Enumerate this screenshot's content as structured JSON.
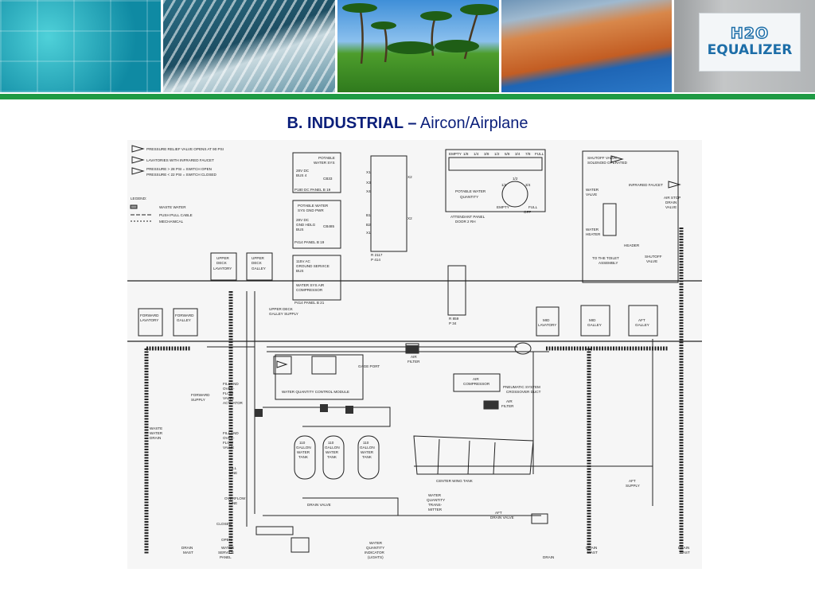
{
  "banner": {
    "photos": [
      "pool-water-photo",
      "waterfall-photo",
      "palm-lawn-photo",
      "wetland-photo",
      "concrete-photo"
    ],
    "logo": {
      "line1": "H2O",
      "line2": "EQUALIZER"
    }
  },
  "heading": {
    "bold": "B. INDUSTRIAL –",
    "regular": "Aircon/Airplane"
  },
  "colors": {
    "rule": "#1f9a44",
    "title": "#0b1f7a",
    "logo": "#1d6ea8"
  },
  "diagram": {
    "legend_notes": [
      "PRESSURE RELIEF VALVE OPENS AT 90 PSI",
      "LAVATORIES WITH INFRARED FAUCET",
      "PRESSURE > 28 PSI = SWITCH OPEN",
      "PRESSURE < 22 PSI = SWITCH CLOSED"
    ],
    "legend": {
      "title": "LEGEND:",
      "items": [
        "WASTE WATER",
        "PUSH PULL CABLE",
        "MECHANICAL"
      ]
    },
    "panels": {
      "potable_sys": [
        "POTABLE",
        "WATER SYS",
        "28V DC",
        "BUS 4",
        "CB33",
        "P180 DC PANEL   B 19"
      ],
      "potable_gnd": [
        "POTABLE WATER",
        "SYS GND PWR",
        "28V DC",
        "GND HDLG",
        "BUS",
        "CB485",
        "P414 PANEL   B 19"
      ],
      "ground_service": [
        "115V AC",
        "GROUND SERVICE",
        "BUS",
        "WATER SYS AIR",
        "COMPRESSOR",
        "P414 PANEL   B 21"
      ],
      "relay1": [
        "R 2117",
        "P 414"
      ],
      "relay2": [
        "R 859",
        "P 34"
      ],
      "terminals": [
        "X1",
        "X2",
        "X3",
        "X4",
        "B1",
        "B2",
        "X1",
        "X2"
      ]
    },
    "gauge": {
      "scale": [
        "EMPTY",
        "1/8",
        "1/4",
        "3/8",
        "1/2",
        "5/8",
        "3/4",
        "7/8",
        "FULL"
      ],
      "label1": "POTABLE WATER",
      "label2": "QUANTITY",
      "knob": [
        "1/4",
        "1/2",
        "3/4",
        "EMPTY",
        "FULL",
        "OFF"
      ],
      "panel": "ATTENDANT PANEL",
      "door": "DOOR 2 RH"
    },
    "lav_detail": [
      "SHUTOFF VALVE",
      "SOLENOID OPERATED",
      "INFRARED FAUCET",
      "WATER",
      "VALVE",
      "AIR STOP",
      "DRAIN",
      "VALVE",
      "WATER",
      "HEATER",
      "HEADER",
      "TO THE TOILET",
      "ASSEMBLY",
      "SHUTOFF",
      "VALVE"
    ],
    "galleys_upper": [
      "UPPER",
      "DECK",
      "LAVATORY",
      "UPPER",
      "DECK",
      "GALLEY"
    ],
    "galleys_fwd": [
      "FORWARD",
      "LAVATORY",
      "FORWARD",
      "GALLEY"
    ],
    "galleys_mid": [
      "MID",
      "LAVATORY",
      "MID",
      "GALLEY",
      "AFT",
      "GALLEY"
    ],
    "upper_supply": [
      "UPPER DECK",
      "GALLEY SUPPLY"
    ],
    "module": {
      "title": "WATER QUANTITY CONTROL MODULE",
      "gage": "GAGE PORT",
      "filter": [
        "AIR",
        "FILTER"
      ],
      "compressor": [
        "AIR",
        "COMPRESSOR"
      ],
      "pneumatic": [
        "PNEUMATIC SYSTEM",
        "CROSSOVER DUCT"
      ],
      "filter2": [
        "AIR",
        "FILTER"
      ]
    },
    "left_labels": [
      "FILL AND",
      "OVER-",
      "FLOW",
      "VALVE",
      "ACTUATOR",
      "FORWARD",
      "SUPPLY",
      "FILL AND",
      "OVER-",
      "FLOW",
      "VALVE",
      "WASTE",
      "WATER",
      "DRAIN",
      "FILL",
      "LINE",
      "OVERFLOW",
      "LINE",
      "DRAIN VALVE"
    ],
    "tanks": [
      "110",
      "GALLON",
      "WATER",
      "TANK",
      "110",
      "GALLON",
      "WATER",
      "TANK",
      "110",
      "GALLON",
      "WATER",
      "TANK"
    ],
    "wing": "CENTER WING TANK",
    "transmitter": [
      "WATER",
      "QUANTITY",
      "TRANS-",
      "MITTER"
    ],
    "aft": [
      "AFT",
      "SUPPLY",
      "AFT",
      "DRAIN VALVE"
    ],
    "bottom": [
      "CLOSED",
      "OPEN",
      "WATER",
      "SERVICE",
      "PANEL",
      "WATER",
      "QUANTITY",
      "INDICATOR",
      "(LIGHTS)"
    ],
    "masts": [
      "DRAIN",
      "MAST",
      "DRAIN",
      "DRAIN",
      "MAST",
      "DRAIN",
      "MAST"
    ]
  }
}
